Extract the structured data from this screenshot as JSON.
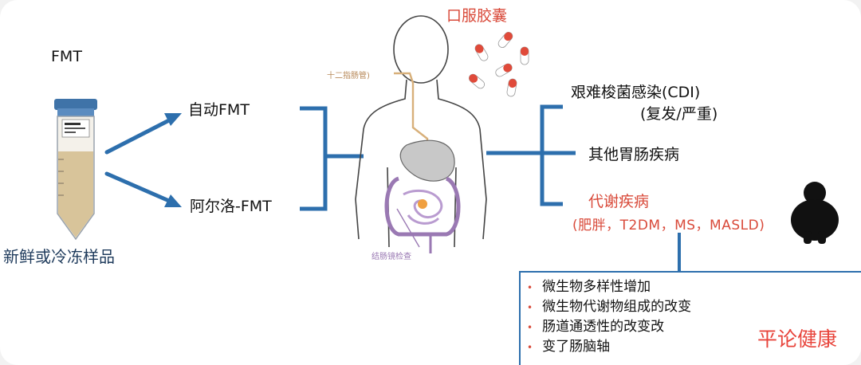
{
  "source": {
    "label": "FMT",
    "sample_label": "新鲜或冷冻样品"
  },
  "branches": {
    "auto": "自动FMT",
    "allo": "阿尔洛-FMT"
  },
  "body": {
    "duodenal_tube_label": "十二指肠管)",
    "colonoscopy_label": "结肠镜检查",
    "capsule_label": "口服胶囊"
  },
  "indications": {
    "cdi_line1": "艰难梭菌感染(CDI)",
    "cdi_line2": "(复发/严重)",
    "gi_other": "其他胃肠疾病",
    "metabolic": "代谢疾病",
    "metabolic_list": "(肥胖，T2DM，MS，MASLD)"
  },
  "effects": {
    "items": [
      "微生物多样性增加",
      "微生物代谢物组成的改变",
      "肠道通透性的改变改",
      "变了肠脑轴"
    ]
  },
  "watermark": "平论健康",
  "colors": {
    "connector_blue": "#2d6fad",
    "accent_red": "#d94a3a",
    "tube_fill": "#d8c49a",
    "tube_cap": "#3f73a8",
    "duodenal_tube": "#d8b07a",
    "colon_purple": "#9a79b3"
  }
}
